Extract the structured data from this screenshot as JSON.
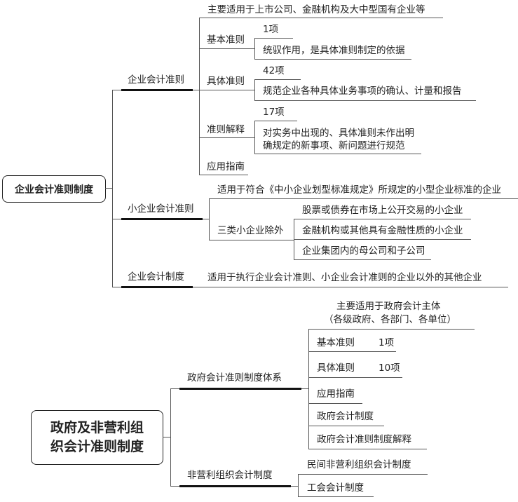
{
  "map1": {
    "root": "企业会计准则制度",
    "branches": [
      {
        "label": "企业会计准则",
        "items": [
          {
            "label": "主要适用于上市公司、金融机构及大中型国有企业等"
          },
          {
            "label": "基本准则",
            "count": "1项",
            "desc": "统驭作用，是具体准则制定的依据"
          },
          {
            "label": "具体准则",
            "count": "42项",
            "desc": "规范企业各种具体业务事项的确认、计量和报告"
          },
          {
            "label": "准则解释",
            "count": "17项",
            "desc_line1": "对实务中出现的、具体准则未作出明",
            "desc_line2": "确规定的新事项、新问题进行规范"
          },
          {
            "label": "应用指南"
          }
        ]
      },
      {
        "label": "小企业会计准则",
        "scope": "适用于符合《中小企业划型标准规定》所规定的小型企业标准的企业",
        "exclusion_label": "三类小企业除外",
        "exclusions": [
          "股票或债券在市场上公开交易的小企业",
          "金融机构或其他具有金融性质的小企业",
          "企业集团内的母公司和子公司"
        ]
      },
      {
        "label": "企业会计制度",
        "scope": "适用于执行企业会计准则、小企业会计准则的企业以外的其他企业"
      }
    ]
  },
  "map2": {
    "root_line1": "政府及非营利组",
    "root_line2": "织会计准则制度",
    "branches": [
      {
        "label": "政府会计准则制度体系",
        "scope_line1": "主要适用于政府会计主体",
        "scope_line2": "（各级政府、各部门、各单位）",
        "items": [
          {
            "label": "基本准则",
            "count": "1项"
          },
          {
            "label": "具体准则",
            "count": "10项"
          },
          {
            "label": "应用指南"
          },
          {
            "label": "政府会计制度"
          },
          {
            "label": "政府会计准则制度解释"
          }
        ]
      },
      {
        "label": "非营利组织会计制度",
        "items": [
          "民间非营利组织会计制度",
          "工会会计制度"
        ]
      }
    ]
  }
}
